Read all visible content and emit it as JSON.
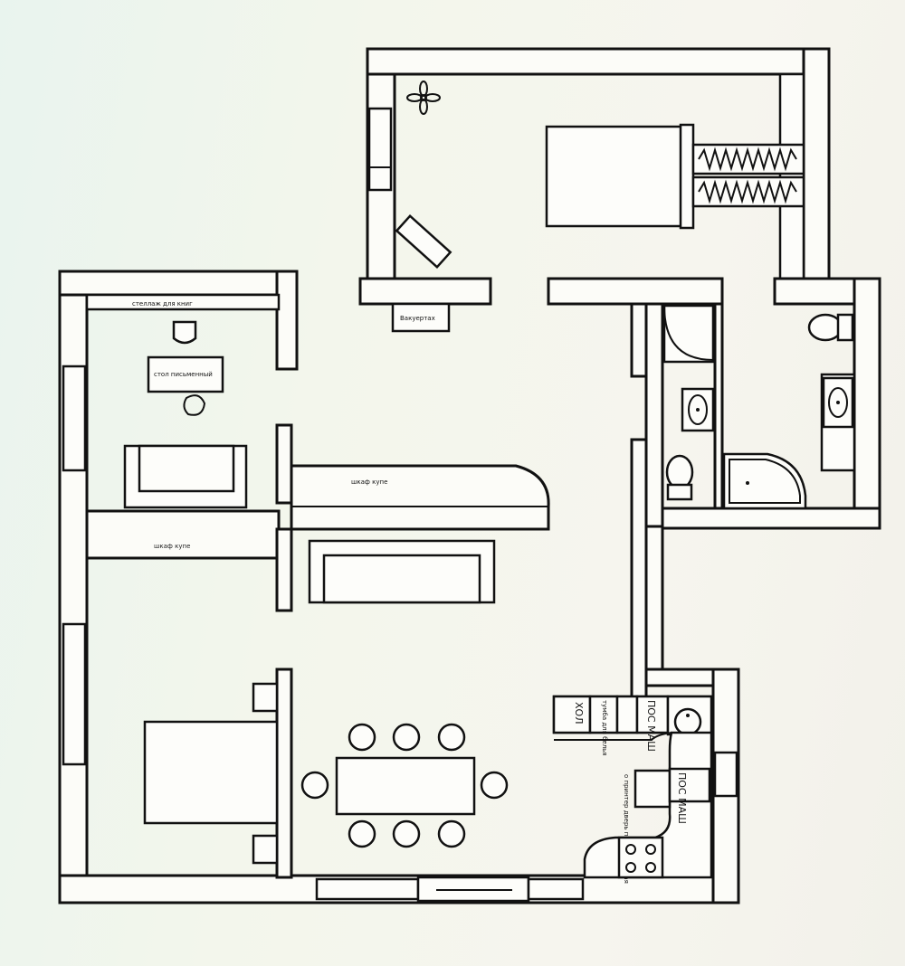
{
  "labels": {
    "bookshelf": "стеллаж для книг",
    "desk": "стол письменный",
    "wardrobe_top": "шкаф купе",
    "wardrobe_bottom": "шкаф купе",
    "dresser": "Вакуертах",
    "fridge": "ХОЛ",
    "dishwasher_top": "ПОС МАШ",
    "dishwasher_side": "ПОС МАШ",
    "kitchen_note": "о принтер дверь посудомоечная",
    "cabinet_note": "тумба для белья"
  }
}
